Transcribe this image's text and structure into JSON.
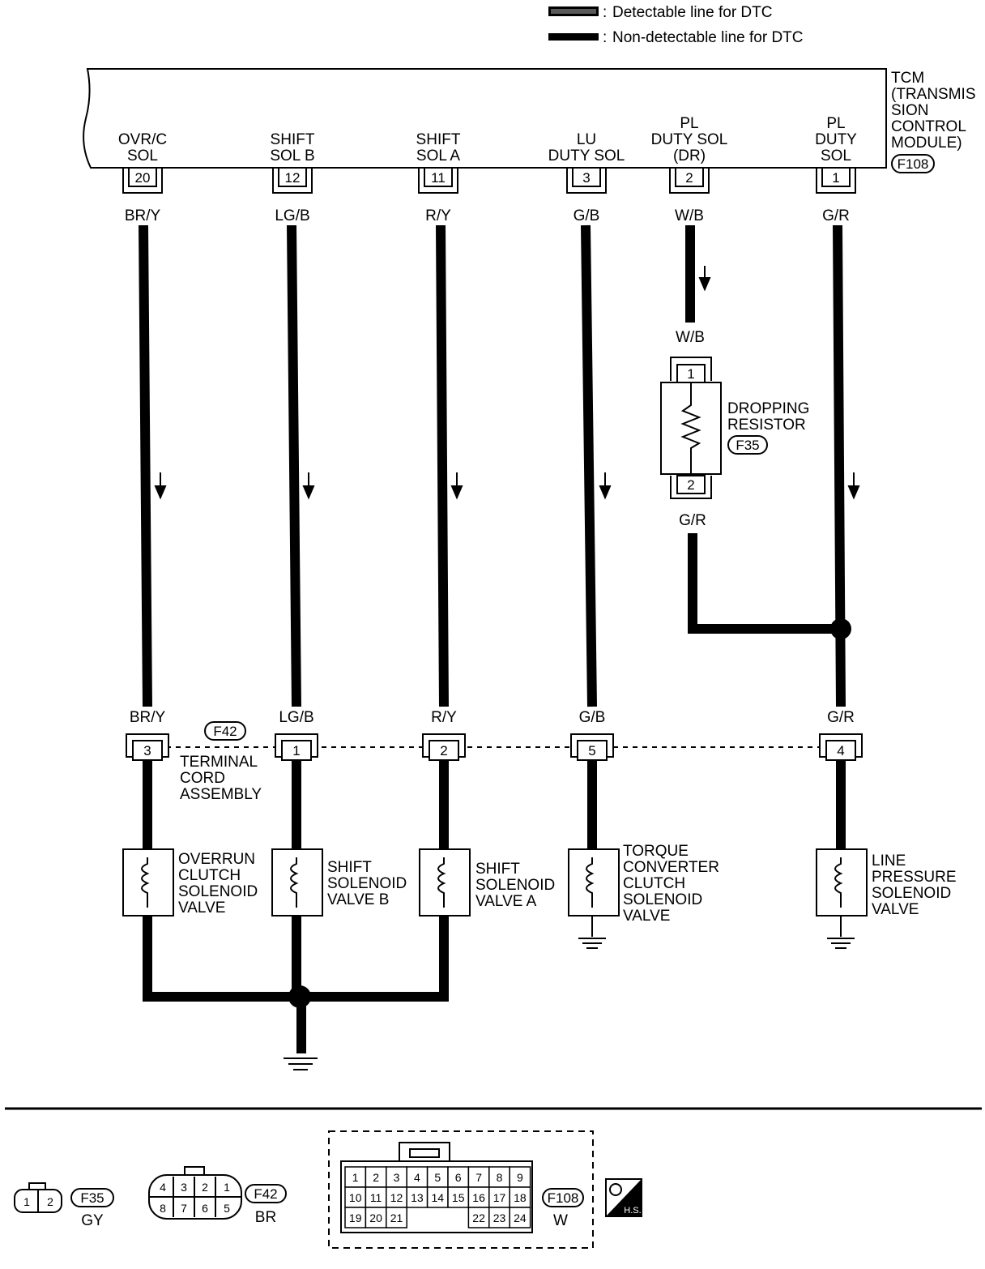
{
  "legend": {
    "detectable": "Detectable line for DTC",
    "non_detectable": "Non-detectable line for DTC",
    "prefix": ":"
  },
  "tcm": {
    "title_lines": [
      "TCM",
      "(TRANSMIS",
      "SION",
      "CONTROL",
      "MODULE)"
    ],
    "connector": "F108",
    "terminals": [
      {
        "name_lines": [
          "OVR/C",
          "SOL"
        ],
        "pin": "20",
        "wire": "BR/Y"
      },
      {
        "name_lines": [
          "SHIFT",
          "SOL B"
        ],
        "pin": "12",
        "wire": "LG/B"
      },
      {
        "name_lines": [
          "SHIFT",
          "SOL A"
        ],
        "pin": "11",
        "wire": "R/Y"
      },
      {
        "name_lines": [
          "LU",
          "DUTY SOL"
        ],
        "pin": "3",
        "wire": "G/B"
      },
      {
        "name_lines": [
          "PL",
          "DUTY SOL",
          "(DR)"
        ],
        "pin": "2",
        "wire": "W/B"
      },
      {
        "name_lines": [
          "PL",
          "DUTY",
          "SOL"
        ],
        "pin": "1",
        "wire": "G/R"
      }
    ]
  },
  "resistor": {
    "in_wire": "W/B",
    "pin_top": "1",
    "pin_bottom": "2",
    "out_wire": "G/R",
    "name_lines": [
      "DROPPING",
      "RESISTOR"
    ],
    "connector": "F35"
  },
  "terminal_cord": {
    "connector": "F42",
    "name_lines": [
      "TERMINAL",
      "CORD",
      "ASSEMBLY"
    ],
    "pins": [
      {
        "wire": "BR/Y",
        "pin": "3"
      },
      {
        "wire": "LG/B",
        "pin": "1"
      },
      {
        "wire": "R/Y",
        "pin": "2"
      },
      {
        "wire": "G/B",
        "pin": "5"
      },
      {
        "wire": "G/R",
        "pin": "4"
      }
    ]
  },
  "solenoids": [
    {
      "name_lines": [
        "OVERRUN",
        "CLUTCH",
        "SOLENOID",
        "VALVE"
      ]
    },
    {
      "name_lines": [
        "SHIFT",
        "SOLENOID",
        "VALVE B"
      ]
    },
    {
      "name_lines": [
        "SHIFT",
        "SOLENOID",
        "VALVE A"
      ]
    },
    {
      "name_lines": [
        "TORQUE",
        "CONVERTER",
        "CLUTCH",
        "SOLENOID",
        "VALVE"
      ]
    },
    {
      "name_lines": [
        "LINE",
        "PRESSURE",
        "SOLENOID",
        "VALVE"
      ]
    }
  ],
  "connector_views": {
    "f35": {
      "id": "F35",
      "color": "GY",
      "pins": [
        "1",
        "2"
      ]
    },
    "f42": {
      "id": "F42",
      "color": "BR",
      "top_row": [
        "4",
        "3",
        "2",
        "1"
      ],
      "bottom_row": [
        "8",
        "7",
        "6",
        "5"
      ]
    },
    "f108": {
      "id": "F108",
      "color": "W",
      "row1": [
        "1",
        "2",
        "3",
        "4",
        "5",
        "6",
        "7",
        "8",
        "9"
      ],
      "row2": [
        "10",
        "11",
        "12",
        "13",
        "14",
        "15",
        "16",
        "17",
        "18"
      ],
      "row3_left": [
        "19",
        "20",
        "21"
      ],
      "row3_right": [
        "22",
        "23",
        "24"
      ]
    },
    "badge": "H.S."
  }
}
